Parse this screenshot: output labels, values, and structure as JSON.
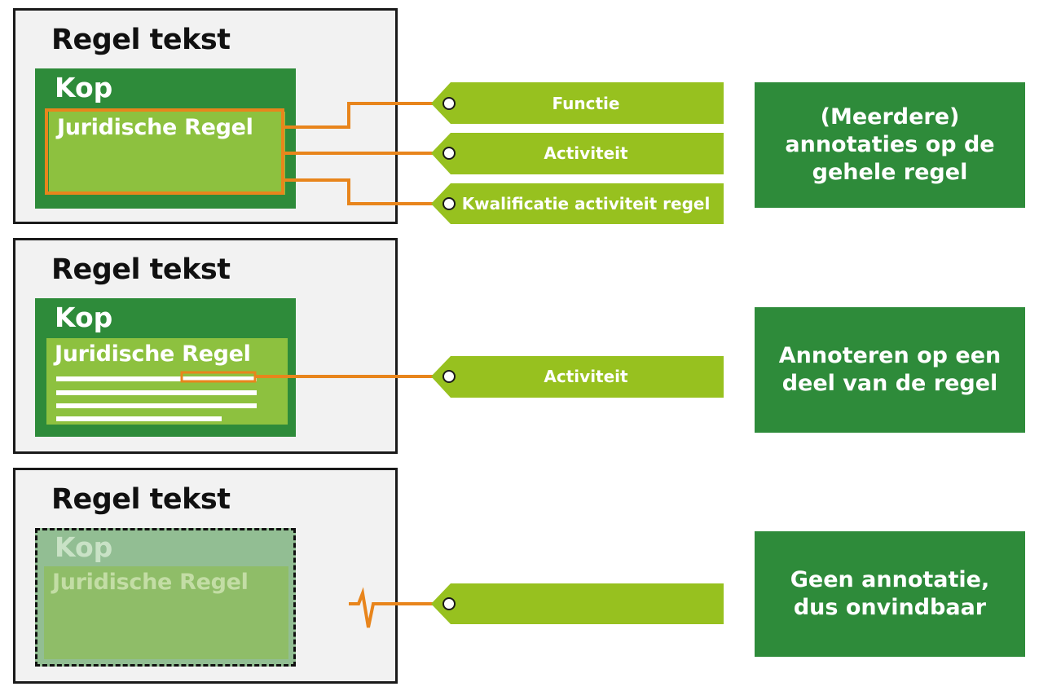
{
  "panels": [
    {
      "title": "Regel tekst",
      "kop": "Kop",
      "juridische_regel": "Juridische Regel"
    },
    {
      "title": "Regel tekst",
      "kop": "Kop",
      "juridische_regel": "Juridische Regel"
    },
    {
      "title": "Regel tekst",
      "kop": "Kop",
      "juridische_regel": "Juridische Regel"
    }
  ],
  "tags": {
    "functie": "Functie",
    "activiteit": "Activiteit",
    "kwalificatie": "Kwalificatie activiteit regel",
    "activiteit_deel": "Activiteit",
    "empty": ""
  },
  "callouts": [
    "(Meerdere)\nannotaties op de\ngehele regel",
    "Annoteren op een\ndeel van de regel",
    "Geen annotatie,\ndus onvindbaar"
  ],
  "colors": {
    "dark_green": "#2e8b3a",
    "light_green": "#8dc13f",
    "tag_green": "#97c11f",
    "connector_orange": "#e8851c"
  }
}
